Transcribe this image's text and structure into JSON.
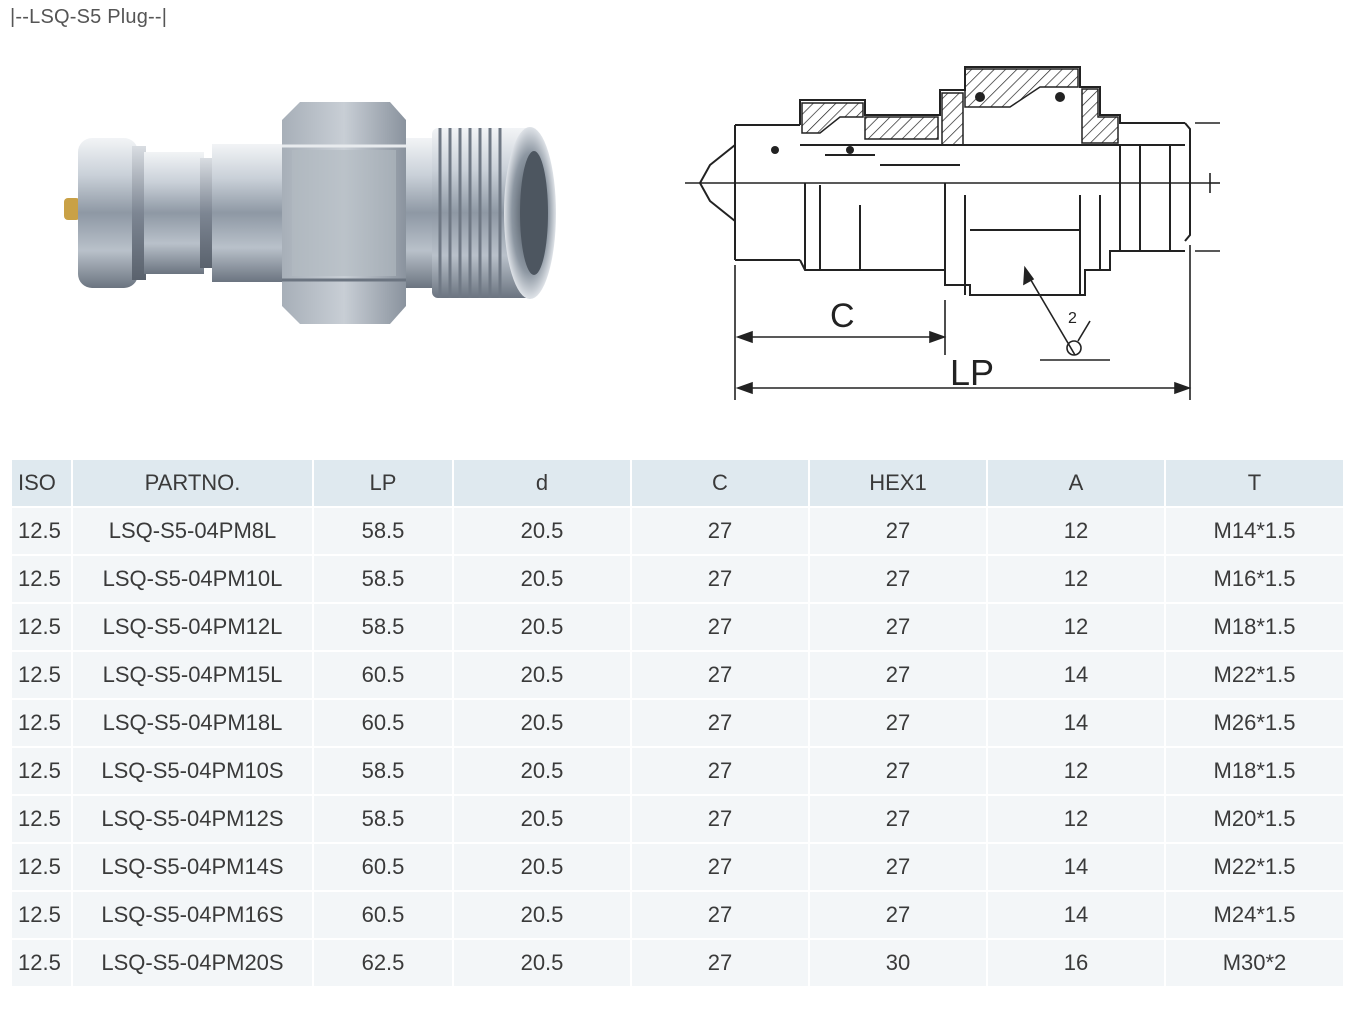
{
  "title": "|--LSQ-S5 Plug--|",
  "drawing_labels": {
    "c": "C",
    "lp": "LP",
    "two": "2"
  },
  "table": {
    "headers": [
      "ISO",
      "PARTNO.",
      "LP",
      "d",
      "C",
      "HEX1",
      "A",
      "T"
    ],
    "rows": [
      [
        "12.5",
        "LSQ-S5-04PM8L",
        "58.5",
        "20.5",
        "27",
        "27",
        "12",
        "M14*1.5"
      ],
      [
        "12.5",
        "LSQ-S5-04PM10L",
        "58.5",
        "20.5",
        "27",
        "27",
        "12",
        "M16*1.5"
      ],
      [
        "12.5",
        "LSQ-S5-04PM12L",
        "58.5",
        "20.5",
        "27",
        "27",
        "12",
        "M18*1.5"
      ],
      [
        "12.5",
        "LSQ-S5-04PM15L",
        "60.5",
        "20.5",
        "27",
        "27",
        "14",
        "M22*1.5"
      ],
      [
        "12.5",
        "LSQ-S5-04PM18L",
        "60.5",
        "20.5",
        "27",
        "27",
        "14",
        "M26*1.5"
      ],
      [
        "12.5",
        "LSQ-S5-04PM10S",
        "58.5",
        "20.5",
        "27",
        "27",
        "12",
        "M18*1.5"
      ],
      [
        "12.5",
        "LSQ-S5-04PM12S",
        "58.5",
        "20.5",
        "27",
        "27",
        "12",
        "M20*1.5"
      ],
      [
        "12.5",
        "LSQ-S5-04PM14S",
        "60.5",
        "20.5",
        "27",
        "27",
        "14",
        "M22*1.5"
      ],
      [
        "12.5",
        "LSQ-S5-04PM16S",
        "60.5",
        "20.5",
        "27",
        "27",
        "14",
        "M24*1.5"
      ],
      [
        "12.5",
        "LSQ-S5-04PM20S",
        "62.5",
        "20.5",
        "27",
        "30",
        "16",
        "M30*2"
      ]
    ]
  }
}
